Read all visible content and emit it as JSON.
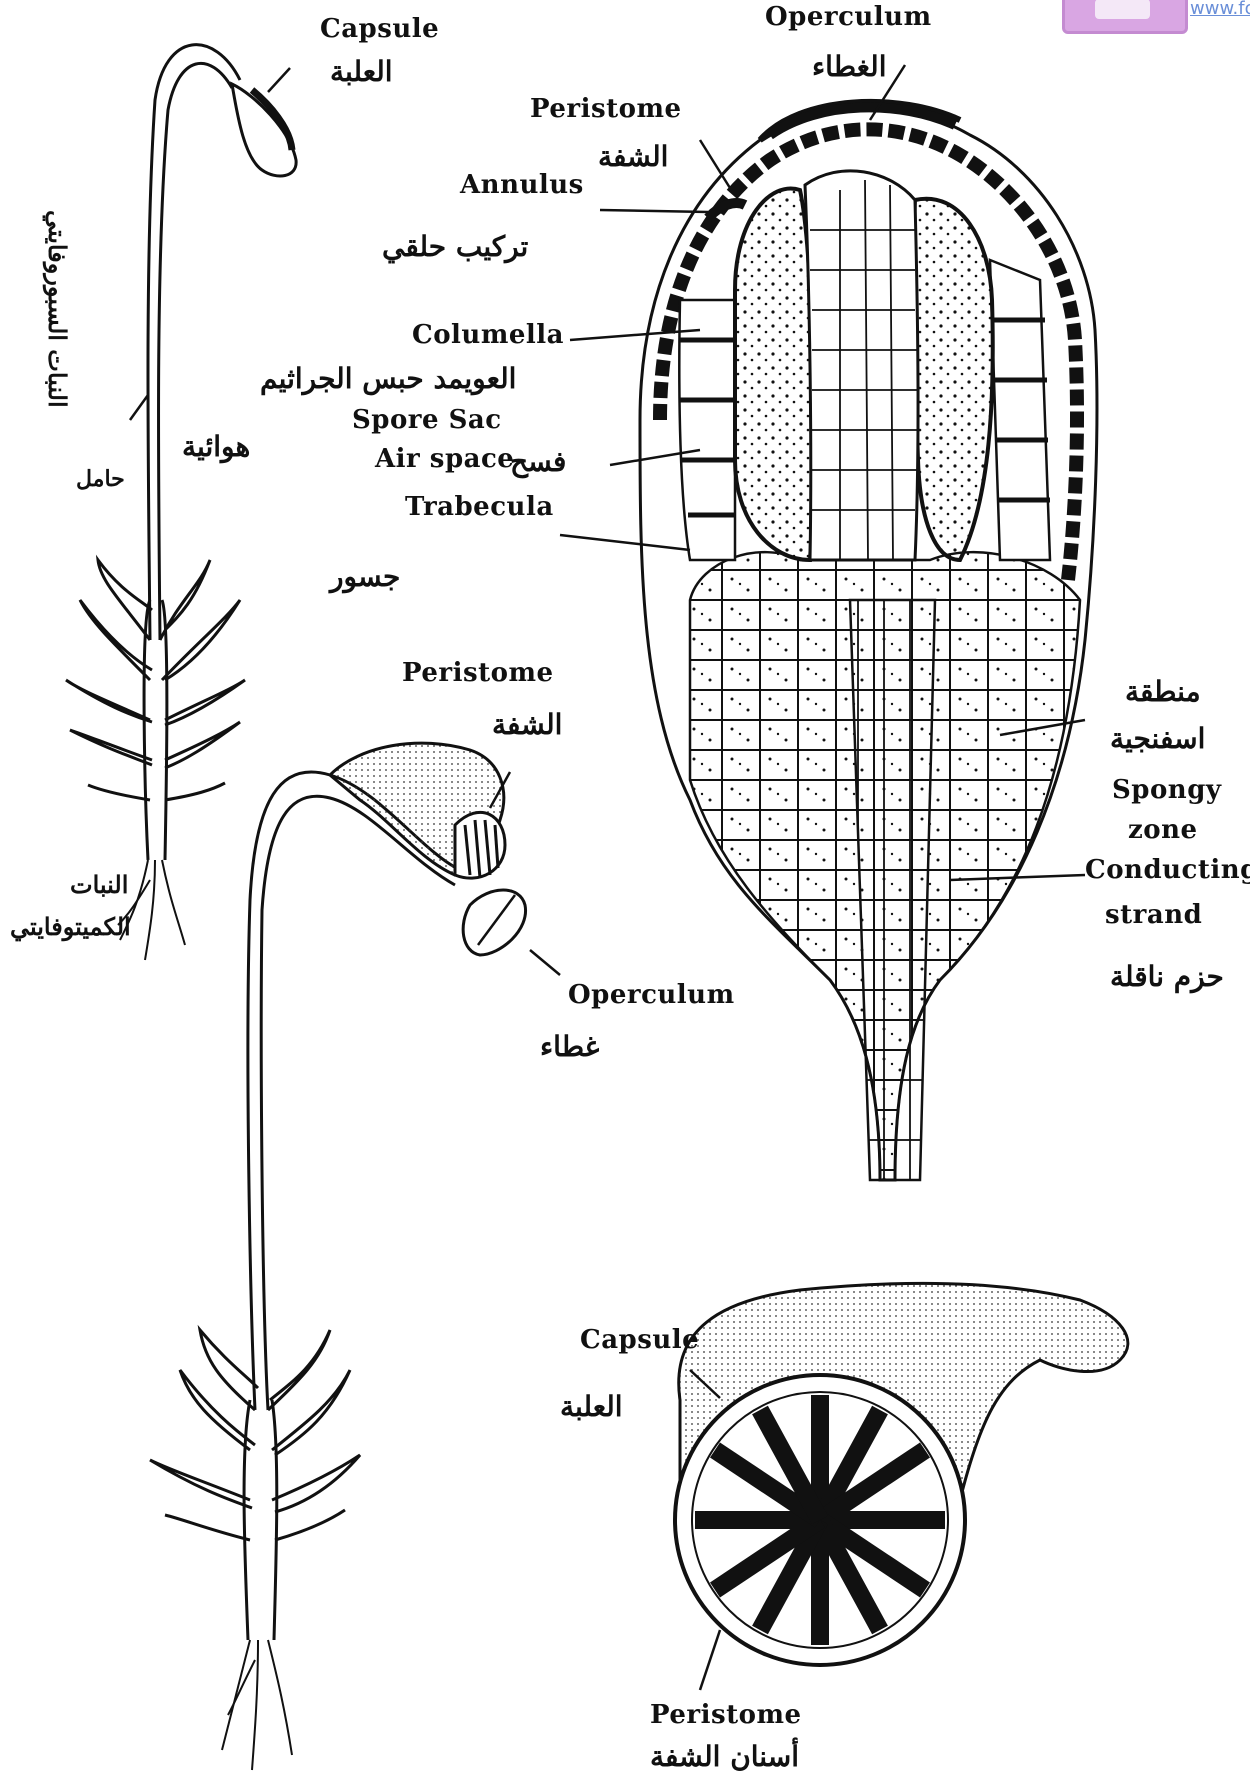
{
  "labels": {
    "capsule_top_en": "Capsule",
    "capsule_top_ar": "العلبة",
    "sporophyte_vertical_ar": "النبات السبوروفايتي",
    "seta_ar": "حامل",
    "aerial_ar": "هوائية",
    "gametophyte_ar_1": "النبات",
    "gametophyte_ar_2": "الكميتوفايتي",
    "operculum_top_en": "Operculum",
    "operculum_top_ar": "الغطاء",
    "peristome_top_en": "Peristome",
    "peristome_top_ar": "الشفة",
    "annulus_en": "Annulus",
    "annulus_ar": "تركيب حلقي",
    "columella_en": "Columella",
    "columella_ar": "العويمد حبس الجراثيم",
    "spore_sac_en": "Spore Sac",
    "air_space_en": "Air space",
    "air_space_ar": "فسح",
    "trabecula_en": "Trabecula",
    "trabecula_ar": "جسور",
    "peristome_mid_en": "Peristome",
    "peristome_mid_ar": "الشفة",
    "operculum_mid_en": "Operculum",
    "operculum_mid_ar": "غطاء",
    "spongy_ar_1": "منطقة",
    "spongy_ar_2": "اسفنجية",
    "spongy_en_1": "Spongy",
    "spongy_en_2": "zone",
    "conducting_en_1": "Conducting",
    "conducting_en_2": "strand",
    "conducting_ar": "حزم ناقلة",
    "capsule_bottom_en": "Capsule",
    "capsule_bottom_ar": "العلبة",
    "peristome_bottom_en": "Peristome",
    "peristome_bottom_ar": "أسنان الشفة"
  },
  "watermark": {
    "url_text": "www.fo"
  },
  "colors": {
    "ink": "#111111",
    "paper": "#ffffff",
    "watermark": "#d9a6e3"
  }
}
